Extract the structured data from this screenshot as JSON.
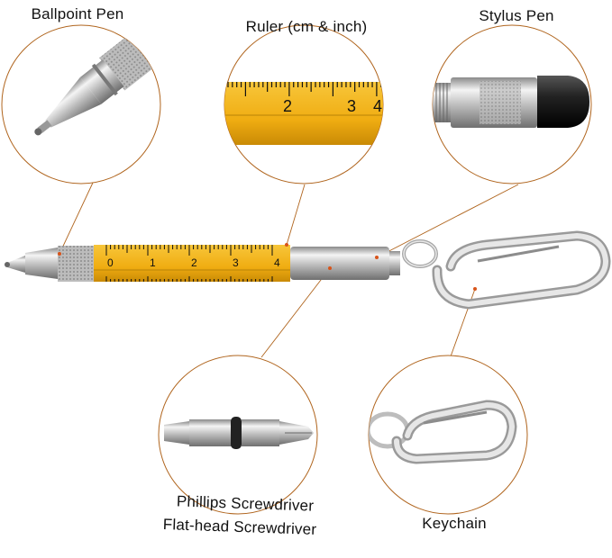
{
  "labels": {
    "ballpoint": "Ballpoint Pen",
    "ruler": "Ruler (cm & inch)",
    "stylus": "Stylus Pen",
    "phillips": "Phillips Screwdriver",
    "flathead": "Flat-head Screwdriver",
    "keychain": "Keychain"
  },
  "ruler_ticks": {
    "main": [
      "0",
      "1",
      "2",
      "3",
      "4"
    ],
    "zoom": [
      "2",
      "3",
      "4"
    ]
  },
  "colors": {
    "ruler_yellow": "#f2b21a",
    "metal": "#c9c9c9",
    "circle_stroke": "#b0651e",
    "callout_line": "#b0651e"
  }
}
